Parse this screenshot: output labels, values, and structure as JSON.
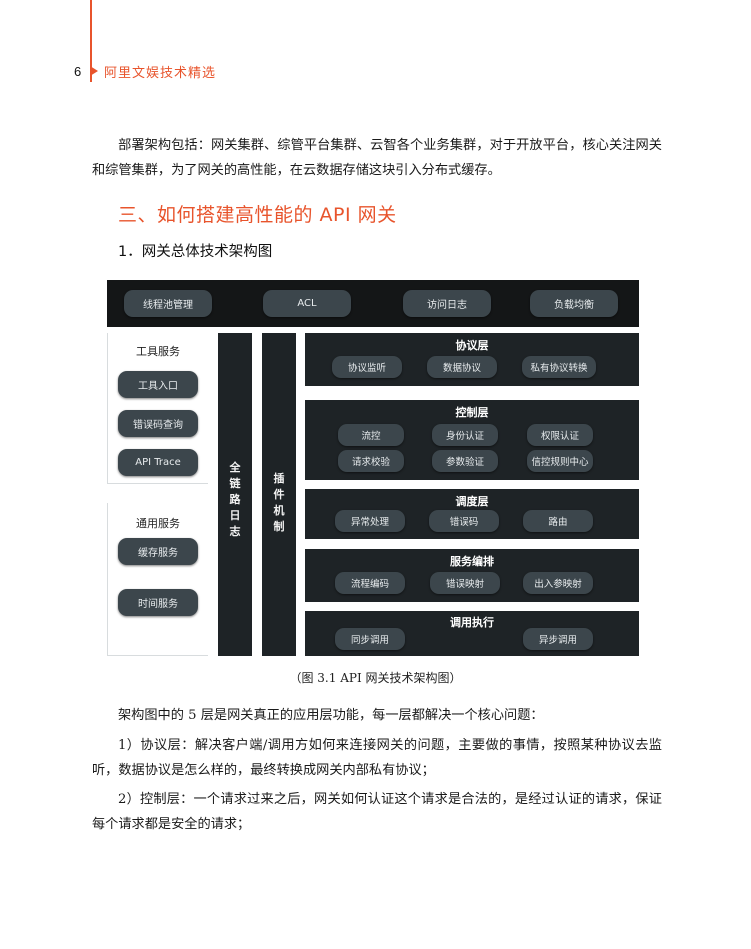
{
  "header": {
    "page_number": "6",
    "book_title": "阿里文娱技术精选",
    "accent_color": "#e8542c"
  },
  "intro_paragraph": "部署架构包括：网关集群、综管平台集群、云智各个业务集群，对于开放平台，核心关注网关和综管集群，为了网关的高性能，在云数据存储这块引入分布式缓存。",
  "section_heading": "三、如何搭建高性能的 API 网关",
  "subsection_heading": "1．网关总体技术架构图",
  "diagram": {
    "top_bar": [
      "线程池管理",
      "ACL",
      "访问日志",
      "负载均衡"
    ],
    "tool_services": {
      "title": "工具服务",
      "items": [
        "工具入口",
        "错误码查询",
        "API Trace"
      ]
    },
    "general_services": {
      "title": "通用服务",
      "items": [
        "缓存服务",
        "时间服务"
      ]
    },
    "vertical_columns": [
      {
        "label": "全链路日志",
        "chars": [
          "全",
          "链",
          "路",
          "日",
          "志"
        ]
      },
      {
        "label": "插件机制",
        "chars": [
          "插",
          "件",
          "机",
          "制"
        ]
      }
    ],
    "layers": [
      {
        "title": "协议层",
        "items": [
          "协议监听",
          "数据协议",
          "私有协议转换"
        ]
      },
      {
        "title": "控制层",
        "items": [
          "流控",
          "身份认证",
          "权限认证",
          "请求校验",
          "参数验证",
          "信控规则中心"
        ]
      },
      {
        "title": "调度层",
        "items": [
          "异常处理",
          "错误码",
          "路由"
        ]
      },
      {
        "title": "服务编排",
        "items": [
          "流程编码",
          "错误映射",
          "出入参映射"
        ]
      },
      {
        "title": "调用执行",
        "items": [
          "同步调用",
          "异步调用"
        ]
      }
    ],
    "colors": {
      "top_bar_bg": "#141617",
      "panel_bg": "#1e2326",
      "pill_bg": "#3c464c",
      "pill_text": "#e8ecee"
    }
  },
  "figure_caption": "（图 3.1 API 网关技术架构图）",
  "body_paragraphs": [
    "架构图中的 5 层是网关真正的应用层功能，每一层都解决一个核心问题：",
    "1）协议层：解决客户端/调用方如何来连接网关的问题，主要做的事情，按照某种协议去监听，数据协议是怎么样的，最终转换成网关内部私有协议；",
    "2）控制层：一个请求过来之后，网关如何认证这个请求是合法的，是经过认证的请求，保证每个请求都是安全的请求；"
  ]
}
